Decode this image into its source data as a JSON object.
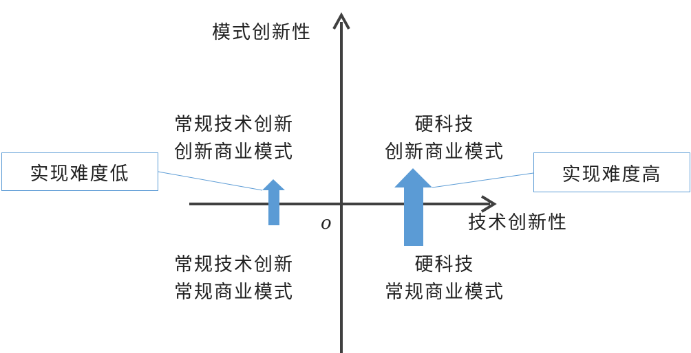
{
  "axes": {
    "y_label": "模式创新性",
    "x_label": "技术创新性",
    "origin": "o"
  },
  "quadrants": {
    "top_left": [
      "常规技术创新",
      "创新商业模式"
    ],
    "top_right": [
      "硬科技",
      "创新商业模式"
    ],
    "bottom_left": [
      "常规技术创新",
      "常规商业模式"
    ],
    "bottom_right": [
      "硬科技",
      "常规商业模式"
    ]
  },
  "callouts": {
    "left": "实现难度低",
    "right": "实现难度高"
  },
  "colors": {
    "axis": "#404040",
    "arrow": "#5b9bd5",
    "box_border": "#5b9bd5"
  }
}
